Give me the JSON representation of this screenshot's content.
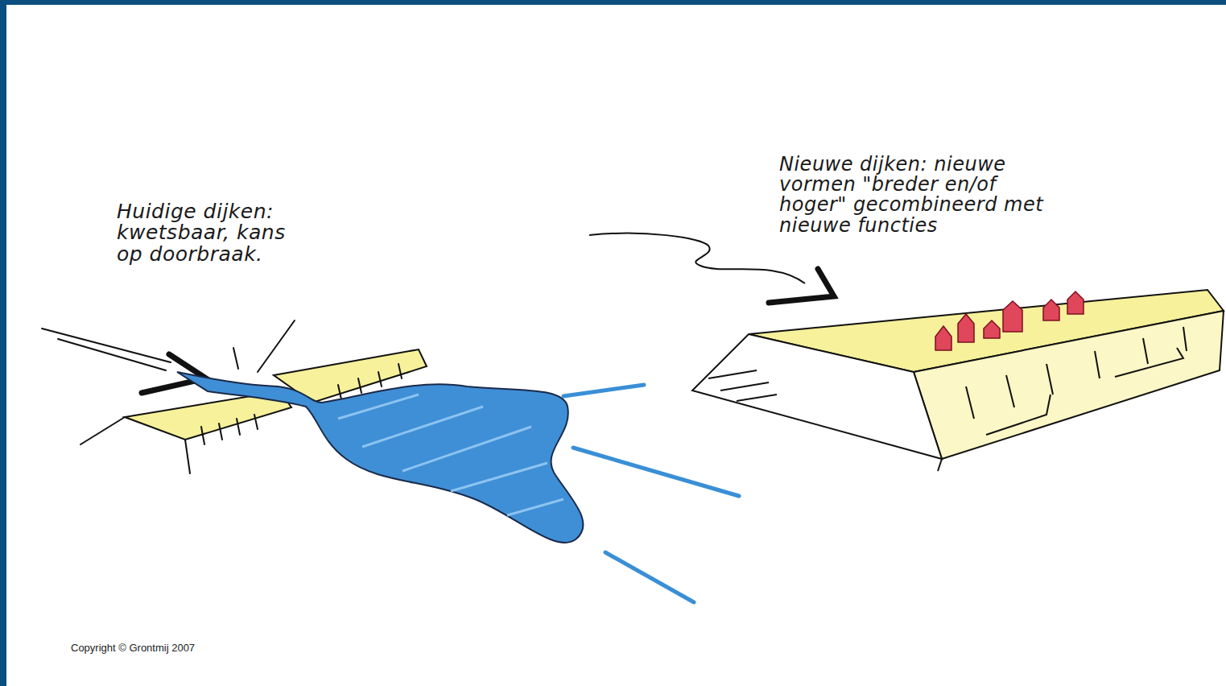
{
  "diagram": {
    "labels": [
      "Huidige dijken: kwetsbaar, kans op doorbraak.",
      "Nieuwe dijken: nieuwe vormen \"breder en/of hoger\" gecombineerd met nieuwe functies",
      "Copyright © Grontmij 2007"
    ]
  }
}
